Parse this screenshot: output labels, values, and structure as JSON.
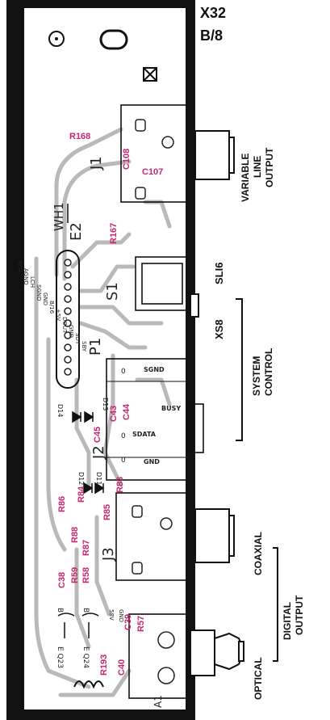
{
  "board": {
    "model": "X32",
    "sheet": "B/8"
  },
  "side_labels": {
    "variable": "VARIABLE",
    "line": "LINE",
    "output": "OUTPUT",
    "sli6": "SLI6",
    "xs8": "XS8",
    "system": "SYSTEM",
    "control": "CONTROL",
    "coaxial": "COAXIAL",
    "digital": "DIGITAL",
    "digital_output": "OUTPUT",
    "optical": "OPTICAL"
  },
  "silkscreen": {
    "j1": "J1",
    "s1": "S1",
    "p1": "P1",
    "j3": "J3",
    "j2": "J2",
    "e2": "E2",
    "wh1": "WH1",
    "a1": "A1",
    "sgnd_pin": "SGND",
    "busy_pin": "BUSY",
    "sdata_pin": "SDATA",
    "gnd_pin": "GND",
    "d13": "D13",
    "d14": "D14",
    "d12": "D12",
    "d11": "D11",
    "q23": "E Q23",
    "q24": "E Q24",
    "b1": "B",
    "b2": "B",
    "wh_gnd": "GND",
    "wh_5v": "58V",
    "zero1": "0",
    "zero2": "0",
    "zero3": "0",
    "connector_pins": [
      "RCH",
      "AGND",
      "LCH",
      "SGND",
      "GND",
      "B/16",
      "+5V",
      "DOUT",
      "GND",
      "SDT",
      "SBY"
    ]
  },
  "refdes": {
    "r168": "R168",
    "c108": "C108",
    "c107": "C107",
    "r167": "R167",
    "c45": "C45",
    "c43": "C43",
    "c44": "C44",
    "r84": "R84",
    "r86": "R86",
    "r83": "R83",
    "r85": "R85",
    "r88": "R88",
    "r87": "R87",
    "c38": "C38",
    "r59": "R59",
    "r58": "R58",
    "c39": "C39",
    "r57": "R57",
    "r193": "R193",
    "c40": "C40"
  },
  "colors": {
    "board": "#ffffff",
    "trace": "#b9b9b9",
    "ink": "#111111",
    "refdes": "#c8266e"
  }
}
